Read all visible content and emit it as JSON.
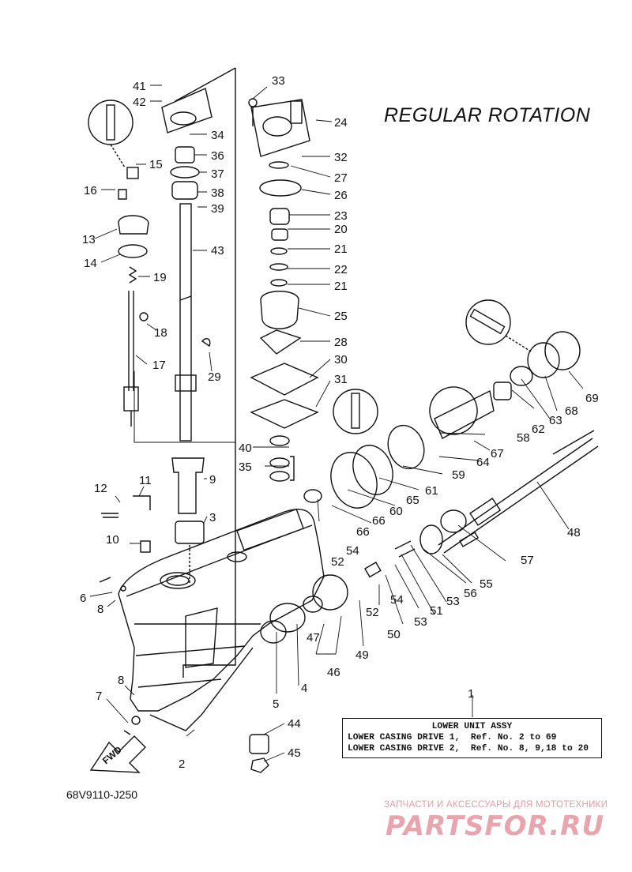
{
  "title": "REGULAR ROTATION",
  "doc_code": "68V9110-J250",
  "info_box": {
    "number": "1",
    "header": "LOWER UNIT ASSY",
    "row1": "LOWER CASING DRIVE 1,  Ref. No. 2 to 69",
    "row2": "LOWER CASING DRIVE 2,  Ref. No. 8, 9,18 to 20"
  },
  "fwd_label": "FWD",
  "watermark": {
    "tagline": "ЗАПЧАСТИ И АКСЕССУАРЫ ДЛЯ МОТОТЕХНИКИ",
    "logo": "PARTSFOR.RU"
  },
  "callouts": [
    "41",
    "42",
    "34",
    "36",
    "37",
    "38",
    "39",
    "43",
    "15",
    "16",
    "13",
    "14",
    "19",
    "18",
    "17",
    "29",
    "33",
    "24",
    "32",
    "27",
    "26",
    "23",
    "20",
    "21",
    "22",
    "21",
    "25",
    "28",
    "30",
    "31",
    "40",
    "35",
    "9",
    "3",
    "12",
    "11",
    "10",
    "6",
    "8",
    "7",
    "8",
    "2",
    "5",
    "4",
    "44",
    "45",
    "47",
    "46",
    "49",
    "50",
    "51",
    "52",
    "52",
    "53",
    "53",
    "54",
    "54",
    "55",
    "56",
    "57",
    "48",
    "60",
    "61",
    "59",
    "64",
    "65",
    "66",
    "66",
    "67",
    "58",
    "62",
    "63",
    "68",
    "69"
  ],
  "colors": {
    "line": "#111111",
    "watermark": "#e8a5ad"
  }
}
